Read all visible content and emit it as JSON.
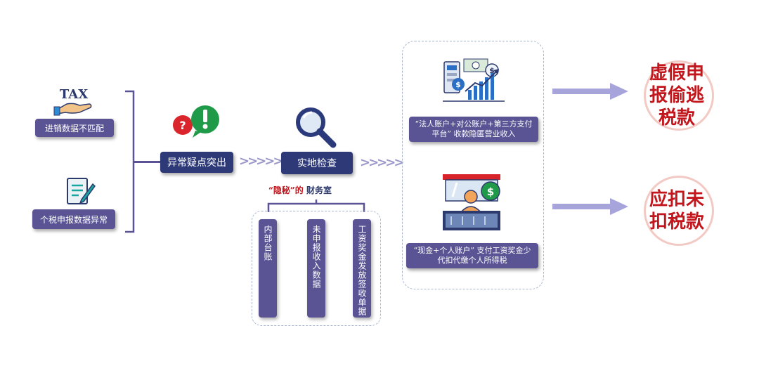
{
  "left": {
    "item1_label": "进销数据不匹配",
    "item2_label": "个税申报数据异常",
    "tax_icon_text": "TAX"
  },
  "flow": {
    "step1_label": "异常疑点突出",
    "step2_label": "实地检查",
    "hidden_room_caption": "“隐秘”的 财务室",
    "hidden_quoted": "“隐秘”的",
    "hidden_rest": "财务室",
    "ledgers": [
      "内部台账",
      "未申报收入数据",
      "工资奖金发放签收单据"
    ],
    "chevrons": ">>>>>"
  },
  "right": {
    "box1_label": "“法人账户+对公账户+第三方支付平台” 收款隐匿营业收入",
    "box2_label": "“现金+个人账户” 支付工资奖金少代扣代缴个人所得税"
  },
  "outcomes": {
    "outcome1": "虚假申报偷逃税款",
    "outcome2": "应扣未扣税款"
  },
  "colors": {
    "pill": "#5a5494",
    "pill_dark": "#2e3a78",
    "stamp_text": "#c2161c",
    "arrow": "#a7a4dc",
    "caption_red": "#c0161c"
  },
  "icons": [
    "tax-hand-icon",
    "question-exclamation-bubbles-icon",
    "magnifier-icon",
    "checklist-pencil-icon",
    "finance-growth-icon",
    "cashier-dollar-icon"
  ]
}
